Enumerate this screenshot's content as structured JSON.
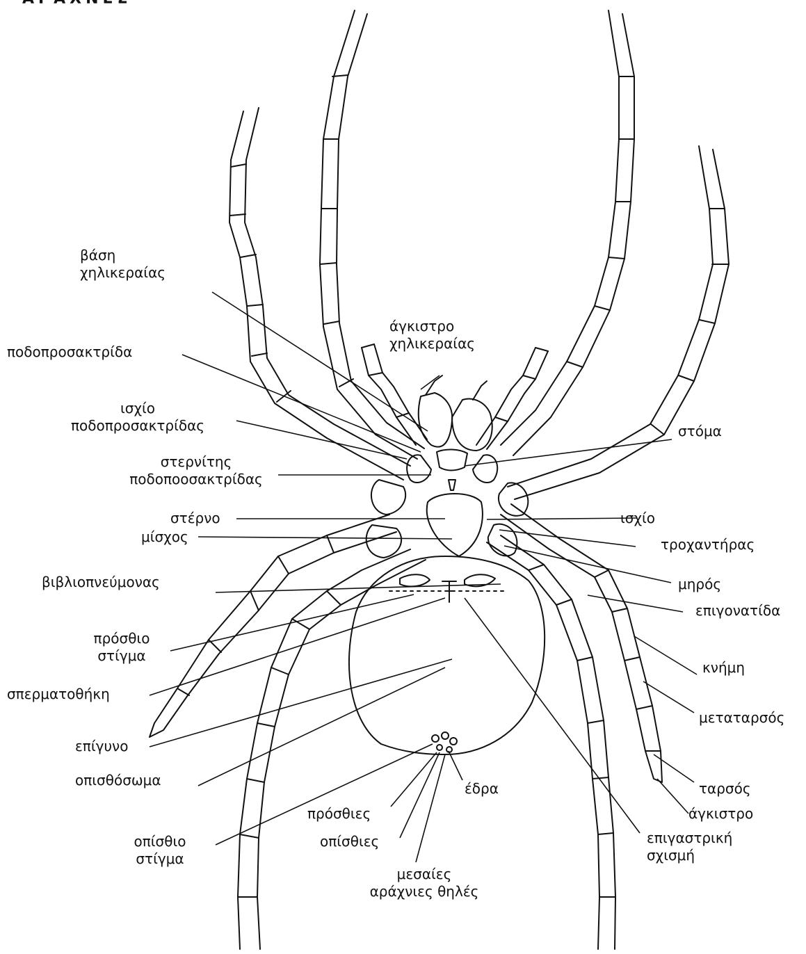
{
  "title": "ΑΡΑΧΝΕΣ",
  "colors": {
    "ink": "#111111",
    "background": "#ffffff"
  },
  "labels": {
    "base_chelicera": [
      "βάση",
      "χηλικεραίας"
    ],
    "hook_chelicera": [
      "άγκιστρο",
      "χηλικεραίας"
    ],
    "pedipalp": [
      "ποδοπροσακτρίδα"
    ],
    "coxa_pedipalp": [
      "ισχίο",
      "ποδοπροσακτρίδας"
    ],
    "sternite_pedipalp": [
      "στερνίτης",
      "ποδοποοσακτρίδας"
    ],
    "mouth": [
      "στόμα"
    ],
    "sternum": [
      "στέρνο"
    ],
    "coxa": [
      "ισχίο"
    ],
    "trochanter": [
      "τροχαντήρας"
    ],
    "pedicel": [
      "μίσχος"
    ],
    "book_lung": [
      "βιβλιοπνεύμονας"
    ],
    "femur": [
      "μηρός"
    ],
    "patella": [
      "επιγονατίδα"
    ],
    "anterior_stigma": [
      "πρόσθιο",
      "στίγμα"
    ],
    "tibia": [
      "κνήμη"
    ],
    "spermatheca": [
      "σπερματοθήκη"
    ],
    "metatarsus": [
      "μεταταρσός"
    ],
    "epigyne": [
      "επίγυνο"
    ],
    "opisthosoma": [
      "οπισθόσωμα"
    ],
    "anus": [
      "έδρα"
    ],
    "tarsus": [
      "ταρσός"
    ],
    "claw": [
      "άγκιστρο"
    ],
    "anterior_spinnerets": [
      "πρόσθιες"
    ],
    "posterior_stigma": [
      "οπίσθιο",
      "στίγμα"
    ],
    "posterior_spinnerets": [
      "οπίσθιες"
    ],
    "epigastric_furrow": [
      "επιγαστρική",
      "σχισμή"
    ],
    "median_spinnerets": [
      "μεσαίες",
      "αράχνιες θηλές"
    ]
  }
}
